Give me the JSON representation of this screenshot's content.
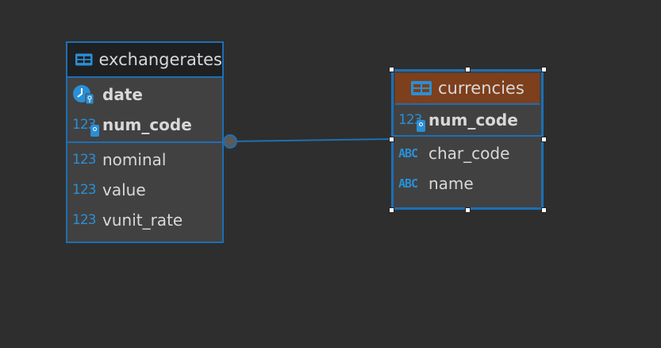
{
  "entities": {
    "exchangerates": {
      "title": "exchangerates",
      "key_columns": [
        {
          "name": "date",
          "type_icon": "date-key-icon"
        },
        {
          "name": "num_code",
          "type_icon": "numeric-key-icon",
          "type_text": "123"
        }
      ],
      "columns": [
        {
          "name": "nominal",
          "type_icon": "numeric-icon",
          "type_text": "123"
        },
        {
          "name": "value",
          "type_icon": "numeric-icon",
          "type_text": "123"
        },
        {
          "name": "vunit_rate",
          "type_icon": "numeric-icon",
          "type_text": "123"
        }
      ]
    },
    "currencies": {
      "title": "currencies",
      "header_color": "#7d3f1c",
      "key_columns": [
        {
          "name": "num_code",
          "type_icon": "numeric-key-icon",
          "type_text": "123"
        }
      ],
      "columns": [
        {
          "name": "char_code",
          "type_icon": "string-icon",
          "type_text": "ABC"
        },
        {
          "name": "name",
          "type_icon": "string-icon",
          "type_text": "ABC"
        }
      ]
    }
  },
  "relationship": {
    "from": "exchangerates",
    "to": "currencies",
    "via": "num_code"
  },
  "colors": {
    "accent": "#1e6fb3",
    "background": "#2e2e2e",
    "entity_body": "#414141"
  }
}
